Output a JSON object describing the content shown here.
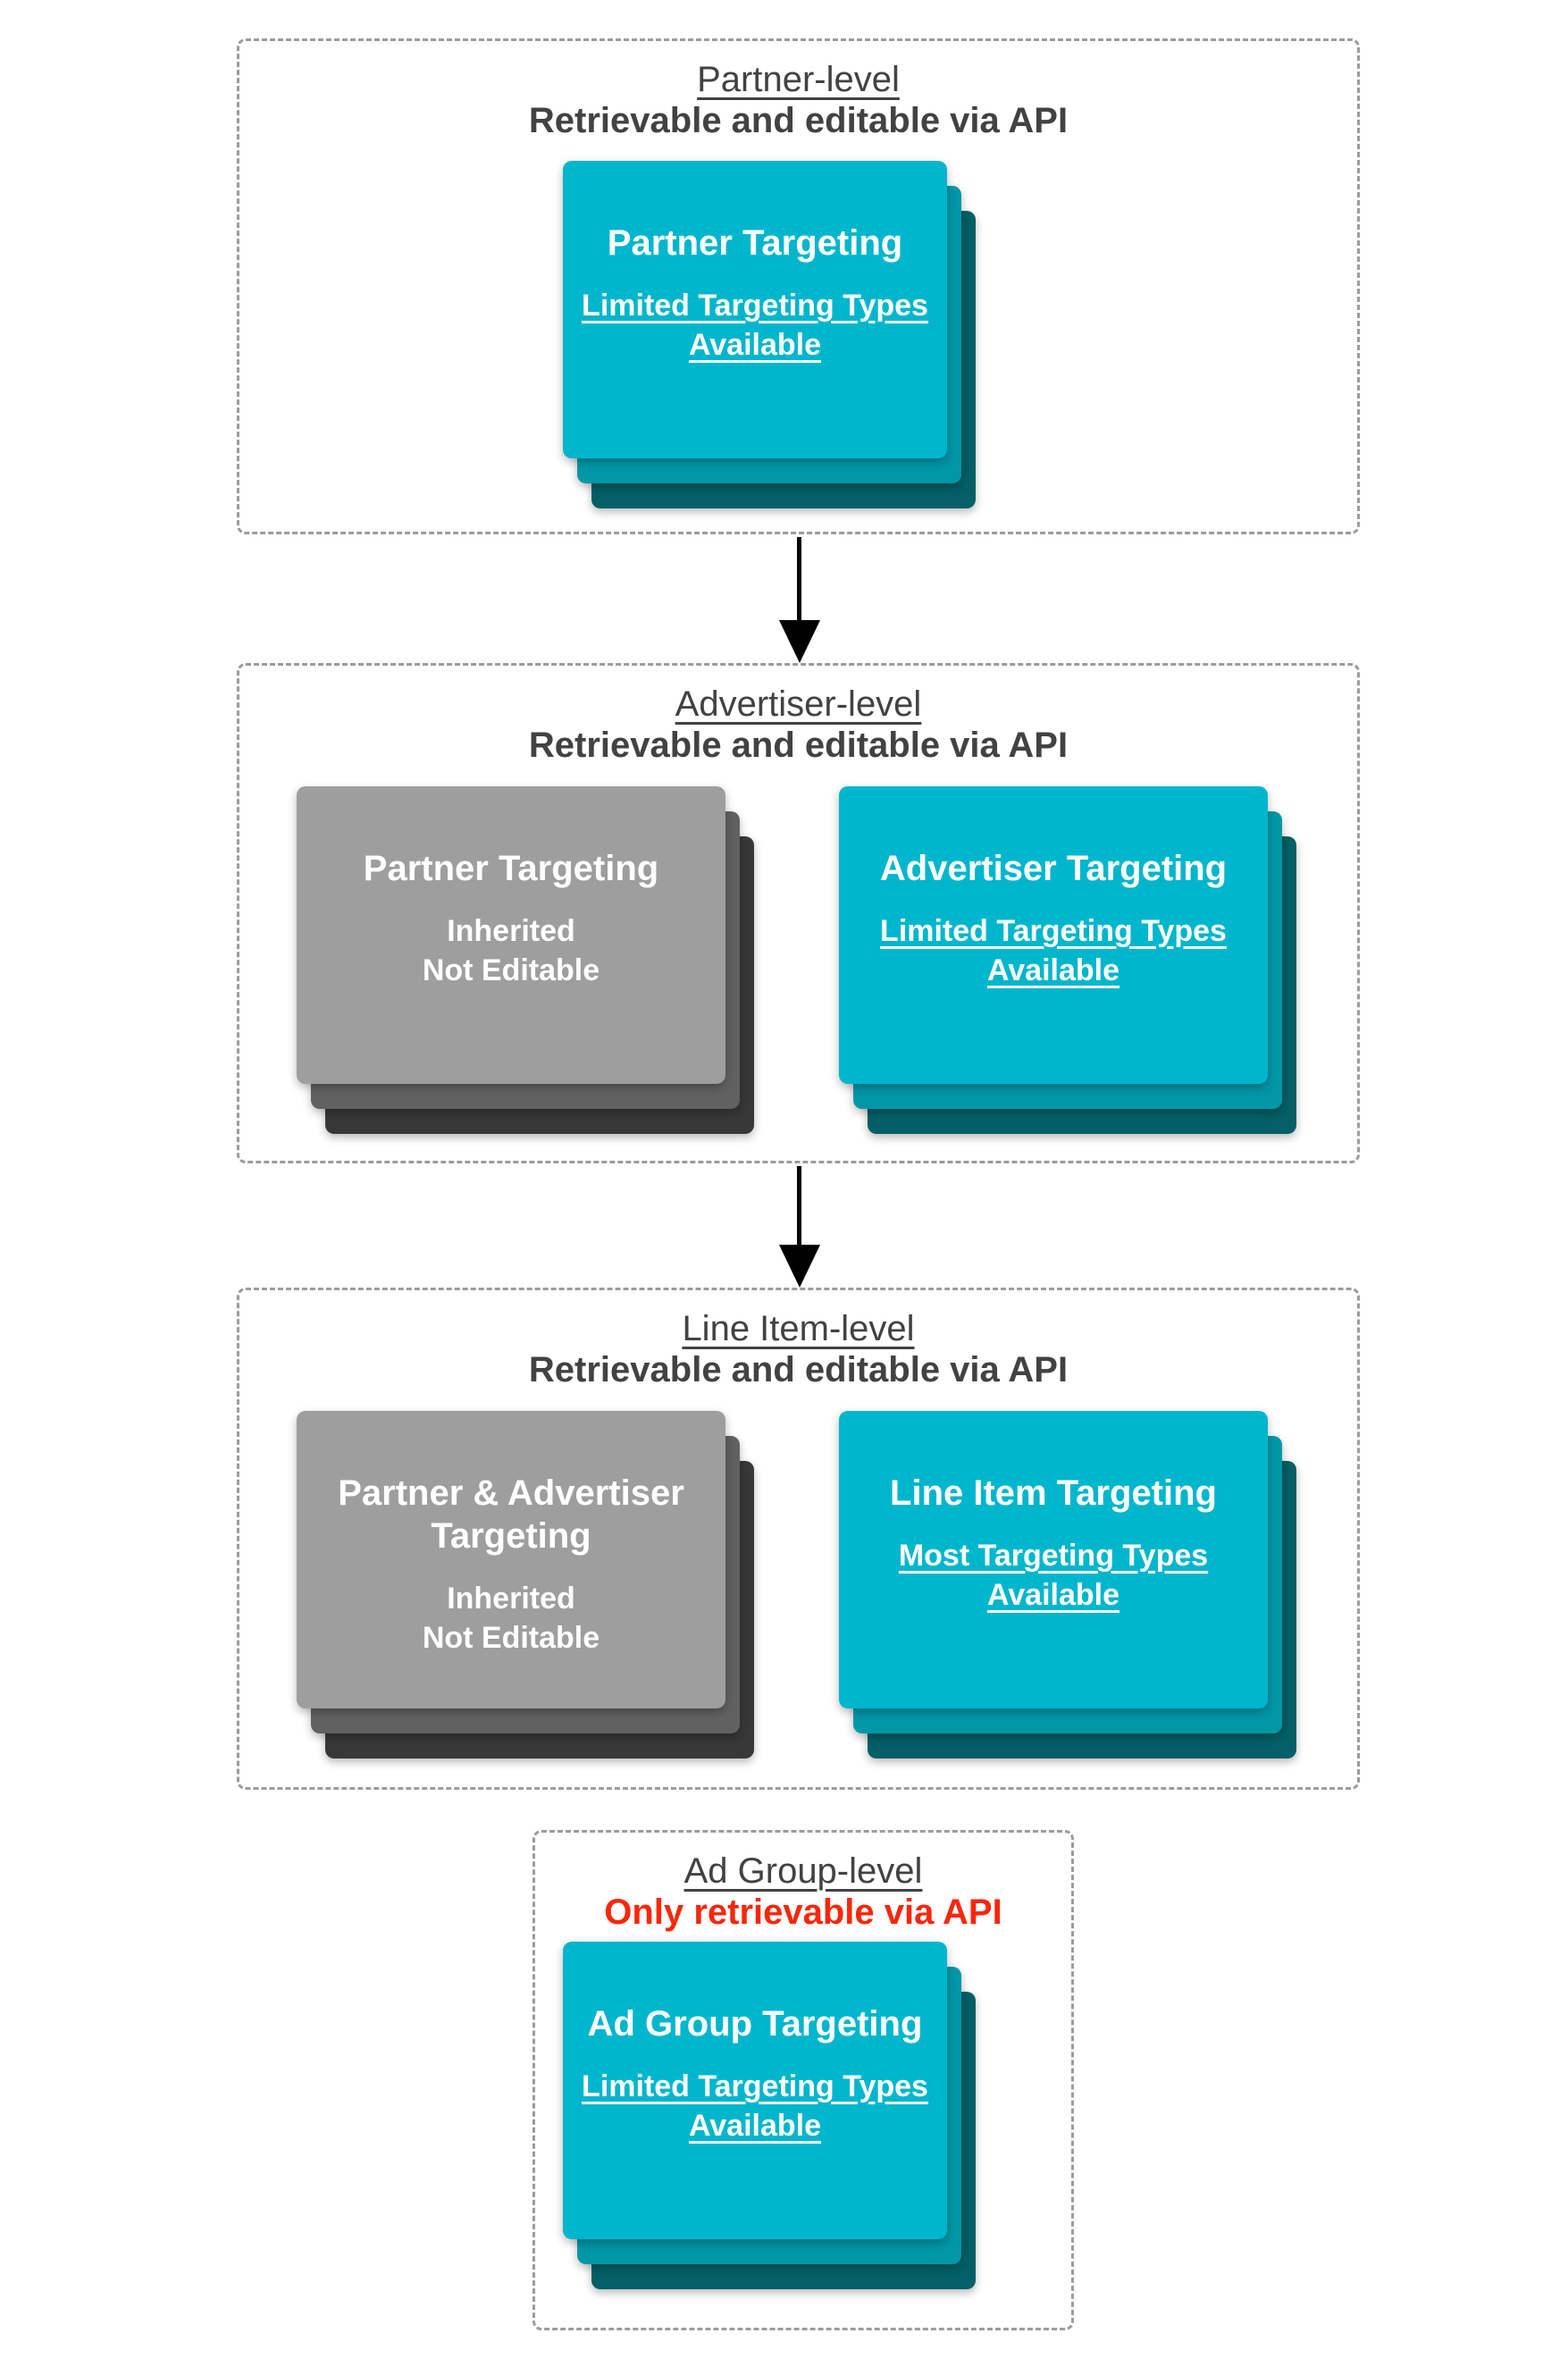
{
  "colors": {
    "cyan-top": "#00b6cd",
    "cyan-mid": "#0097a7",
    "cyan-dark": "#045f66",
    "gray-top": "#9e9e9e",
    "gray-mid": "#616161",
    "gray-dark": "#383838",
    "heading": "#424242",
    "red": "#f8270b",
    "border": "#9c9c9c",
    "arrow": "#000000"
  },
  "sections": [
    {
      "title": "Partner-level",
      "subtitle": "Retrievable and editable via API",
      "cards": [
        {
          "variant": "cyan",
          "title": "Partner Targeting",
          "subtitle": "Limited Targeting Types\nAvailable"
        }
      ]
    },
    {
      "title": "Advertiser-level",
      "subtitle": "Retrievable and editable via API",
      "cards": [
        {
          "variant": "gray",
          "title": "Partner Targeting",
          "subtitle": "Inherited\nNot Editable"
        },
        {
          "variant": "cyan",
          "title": "Advertiser Targeting",
          "subtitle": "Limited Targeting Types\nAvailable"
        }
      ]
    },
    {
      "title": "Line Item-level",
      "subtitle": "Retrievable and editable via API",
      "cards": [
        {
          "variant": "gray",
          "title": "Partner & Advertiser\nTargeting",
          "subtitle": "Inherited\nNot Editable"
        },
        {
          "variant": "cyan",
          "title": "Line Item Targeting",
          "subtitle": "Most Targeting Types\nAvailable"
        }
      ]
    },
    {
      "title": "Ad Group-level",
      "subtitle": "Only retrievable via API",
      "cards": [
        {
          "variant": "cyan",
          "title": "Ad Group Targeting",
          "subtitle": "Limited Targeting Types\nAvailable"
        }
      ]
    }
  ]
}
